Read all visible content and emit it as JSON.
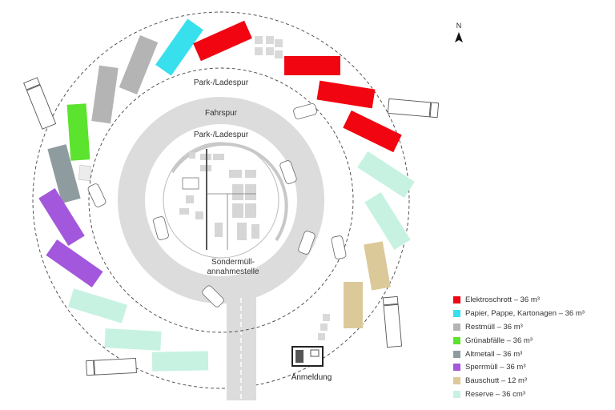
{
  "labels": {
    "north": "N",
    "outer_lane": "Park-/Ladespur",
    "drive_lane": "Fahrspur",
    "inner_lane": "Park-/Ladespur",
    "station_line1": "Sondermüll-",
    "station_line2": "annahmestelle",
    "registration": "Anmeldung"
  },
  "colors": {
    "elektroschrott": "#f00510",
    "papier": "#37e0ec",
    "restmuell": "#b4b4b4",
    "gruenabfaelle": "#5ce32e",
    "altmetall": "#8f9c9f",
    "sperrmuell": "#a257dc",
    "bauschutt": "#dcc99a",
    "reserve": "#c7f2e2",
    "road": "#dcdcdc",
    "building": "#c2c2c2",
    "truck_outline": "#555555"
  },
  "legend": [
    {
      "key": "elektroschrott",
      "label": "Elektroschrott – 36 m³"
    },
    {
      "key": "papier",
      "label": "Papier, Pappe, Kartonagen – 36 m³"
    },
    {
      "key": "restmuell",
      "label": "Restmüll – 36 m³"
    },
    {
      "key": "gruenabfaelle",
      "label": "Grünabfälle – 36 m³"
    },
    {
      "key": "altmetall",
      "label": "Altmetall – 36 m³"
    },
    {
      "key": "sperrmuell",
      "label": "Sperrmüll – 36 m³"
    },
    {
      "key": "bauschutt",
      "label": "Bauschutt  – 12 m³"
    },
    {
      "key": "reserve",
      "label": "Reserve – 36 cm³"
    }
  ],
  "icons": {
    "north_arrow": "north-arrow-icon",
    "truck": "truck-icon",
    "car": "car-icon",
    "kiosk": "kiosk-icon"
  }
}
